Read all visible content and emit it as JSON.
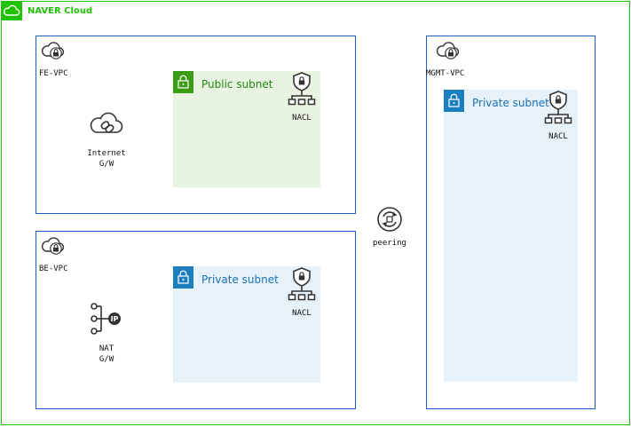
{
  "brand": {
    "title": "NAVER Cloud",
    "color": "#1ec200",
    "icon": "cloud-icon"
  },
  "vpcs": {
    "fe": {
      "label": "FE-VPC",
      "gateway": {
        "label_line1": "Internet",
        "label_line2": "G/W",
        "icon": "internet-gateway-icon"
      },
      "subnet": {
        "title": "Public subnet",
        "nacl": "NACL",
        "icon": "lock-icon"
      }
    },
    "be": {
      "label": "BE-VPC",
      "gateway": {
        "label_line1": "NAT",
        "label_line2": "G/W",
        "icon": "nat-gateway-icon"
      },
      "subnet": {
        "title": "Private subnet",
        "nacl": "NACL",
        "icon": "lock-icon"
      }
    },
    "mgmt": {
      "label": "MGMT-VPC",
      "subnet": {
        "title": "Private subnet",
        "nacl": "NACL",
        "icon": "lock-icon"
      }
    }
  },
  "peering": {
    "label": "peering",
    "icon": "peering-icon"
  },
  "colors": {
    "vpc_border": "#1f5fbf",
    "public_subnet": "#e8f3e2",
    "private_subnet": "#e6f1f9",
    "public_accent": "#3b9c16",
    "private_accent": "#1b7fbf"
  }
}
